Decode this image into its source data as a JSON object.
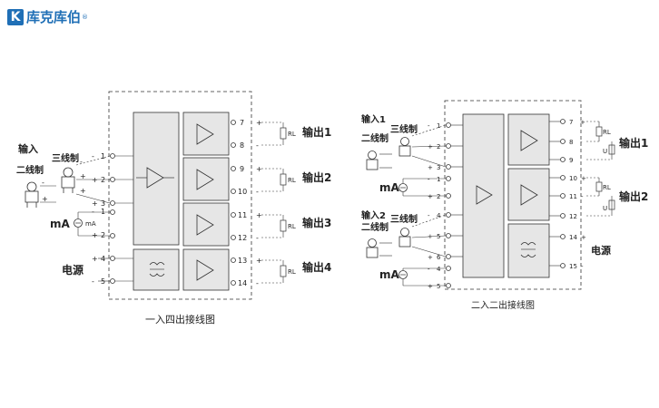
{
  "brand": {
    "mark": "K",
    "name": "库克库伯",
    "registered": "®",
    "color": "#1f6fb6"
  },
  "left_diagram": {
    "caption": "一入四出接线图",
    "labels": {
      "input": "输入",
      "three_wire": "三线制",
      "two_wire": "二线制",
      "ma": "mA",
      "ma_small": "mA",
      "power": "电源",
      "output1": "输出1",
      "output2": "输出2",
      "output3": "输出3",
      "output4": "输出4"
    },
    "left_terminals": [
      {
        "num": "1",
        "sign": "-"
      },
      {
        "num": "2",
        "sign": "+"
      },
      {
        "num": "3",
        "sign": "+"
      },
      {
        "num": "1",
        "sign": "-"
      },
      {
        "num": "2",
        "sign": "+"
      },
      {
        "num": "4",
        "sign": "+"
      },
      {
        "num": "5",
        "sign": "-"
      }
    ],
    "right_terminals": [
      {
        "num": "7",
        "sign": "+"
      },
      {
        "num": "8",
        "sign": "-"
      },
      {
        "num": "9",
        "sign": "+"
      },
      {
        "num": "10",
        "sign": "-"
      },
      {
        "num": "11",
        "sign": "+"
      },
      {
        "num": "12",
        "sign": "-"
      },
      {
        "num": "13",
        "sign": "+"
      },
      {
        "num": "14",
        "sign": "-"
      }
    ],
    "load": "RL"
  },
  "right_diagram": {
    "caption": "二入二出接线图",
    "labels": {
      "input1": "输入1",
      "input2": "输入2",
      "three_wire_a": "三线制",
      "two_wire_a": "二线制",
      "three_wire_b": "三线制",
      "two_wire_b": "二线制",
      "ma_a": "mA",
      "ma_b": "mA",
      "output1": "输出1",
      "output2": "输出2",
      "power": "电源"
    },
    "left_terminals": [
      {
        "num": "1",
        "sign": "-"
      },
      {
        "num": "2",
        "sign": "+"
      },
      {
        "num": "3",
        "sign": "+"
      },
      {
        "num": "1",
        "sign": "-"
      },
      {
        "num": "2",
        "sign": "+"
      },
      {
        "num": "4",
        "sign": "-"
      },
      {
        "num": "5",
        "sign": "+"
      },
      {
        "num": "6",
        "sign": "+"
      },
      {
        "num": "4",
        "sign": "-"
      },
      {
        "num": "5",
        "sign": "+"
      }
    ],
    "right_terminals": [
      {
        "num": "7",
        "sign": "+"
      },
      {
        "num": "8",
        "sign": "-"
      },
      {
        "num": "9",
        "sign": ""
      },
      {
        "num": "10",
        "sign": "+"
      },
      {
        "num": "11",
        "sign": "-"
      },
      {
        "num": "12",
        "sign": ""
      },
      {
        "num": "14",
        "sign": "+"
      },
      {
        "num": "15",
        "sign": "-"
      }
    ],
    "load": "RL",
    "voltage": "U"
  }
}
